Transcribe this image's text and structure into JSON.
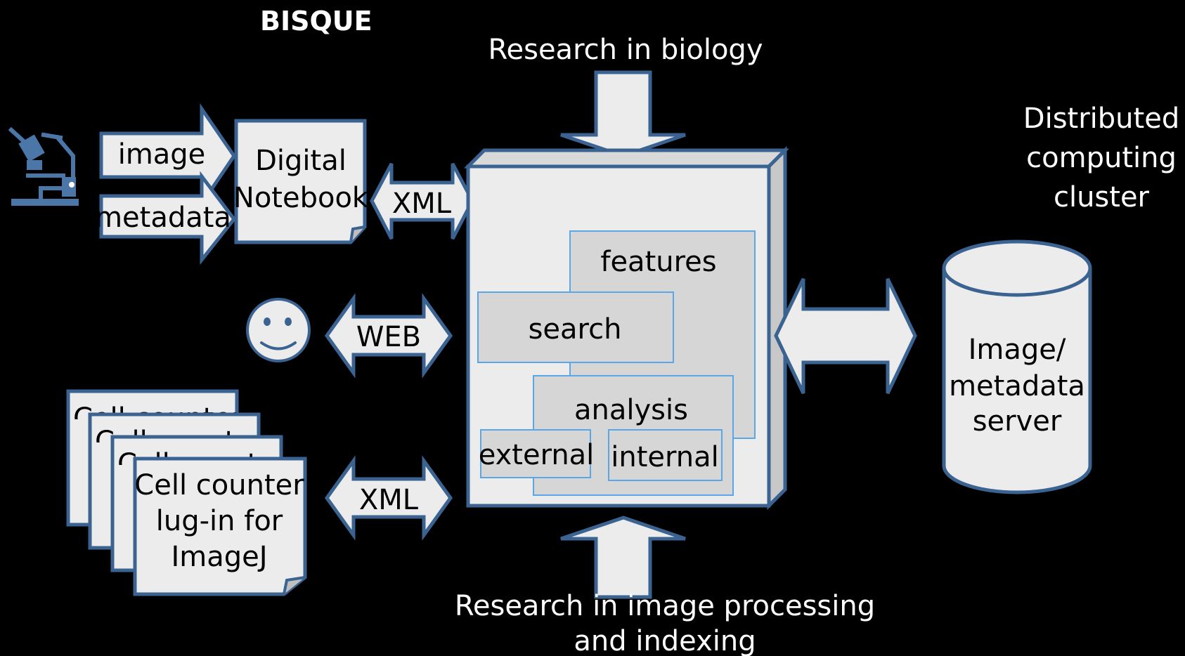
{
  "title": "BISQUE",
  "top_label": "Research in biology",
  "bottom_label": [
    "Research in image processing",
    "and indexing"
  ],
  "cluster_label": [
    "Distributed",
    "computing",
    "cluster"
  ],
  "inputs": {
    "image": "image",
    "metadata": "metadata"
  },
  "notebook": [
    "Digital",
    "Notebook"
  ],
  "arrows": {
    "xml_top": "XML",
    "web": "WEB",
    "xml_bottom": "XML"
  },
  "plugin_stub": "C",
  "plugin_stub_partial": "Cell counter",
  "plugin_card": [
    "Cell counter",
    "lug-in for",
    "ImageJ"
  ],
  "modules": {
    "features": "features",
    "search": "search",
    "analysis": "analysis",
    "external": "external",
    "internal": "internal"
  },
  "server": [
    "Image/",
    "metadata",
    "server"
  ],
  "colors": {
    "background": "#000000",
    "shape_fill": "#ececec",
    "shape_stroke": "#3a6391",
    "module_fill": "#d6d6d6",
    "module_stroke": "#5aa6e6",
    "cube_side": "#c8c8c8"
  },
  "icons": {
    "microscope": "microscope-icon",
    "user": "smiley-face-icon"
  }
}
